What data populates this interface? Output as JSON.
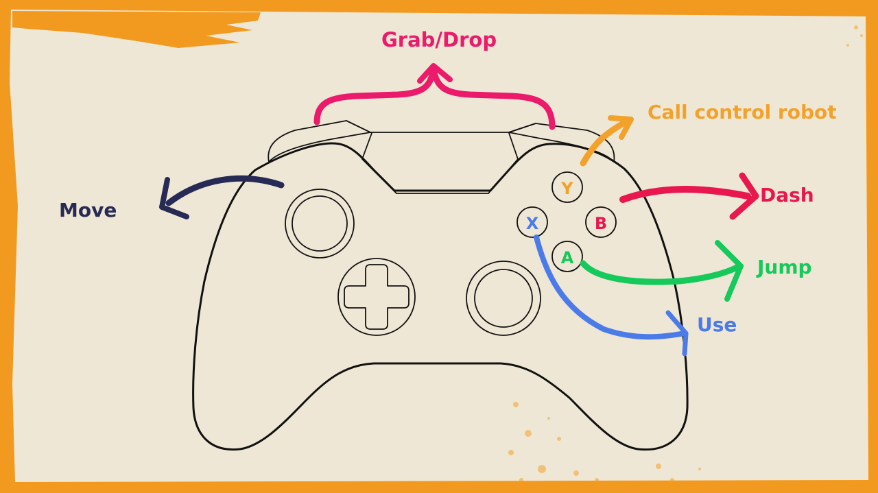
{
  "colors": {
    "border": "#f29a1f",
    "paper": "#efe7d5",
    "outline": "#111111",
    "grab": "#ec1a6b",
    "call": "#f2a22b",
    "dash": "#e8184f",
    "jump": "#15c95a",
    "use": "#4a7be8",
    "move": "#262a55"
  },
  "actions": {
    "grab": "Grab/Drop",
    "call": "Call control robot",
    "dash": "Dash",
    "jump": "Jump",
    "use": "Use",
    "move": "Move"
  },
  "buttons": {
    "y": "Y",
    "x": "X",
    "b": "B",
    "a": "A"
  },
  "icons": [
    "gamepad-controller-icon",
    "dpad-icon",
    "left-stick-icon",
    "right-stick-icon"
  ]
}
